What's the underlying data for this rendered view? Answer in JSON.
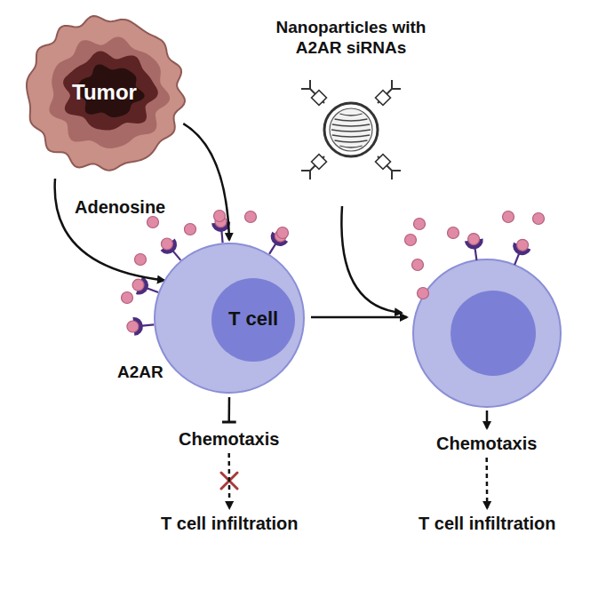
{
  "diagram": {
    "nodes": [
      {
        "text": [
          "Tumor"
        ]
      },
      {
        "text": [
          "T cell"
        ]
      },
      {
        "text": [
          "Nanoparticles with A2AR siRNAs"
        ]
      },
      {
        "text": [
          "Chemotaxis"
        ]
      },
      {
        "text": [
          "T cell infiltration"
        ]
      },
      {
        "text": [
          "Chemotaxis"
        ]
      },
      {
        "text": [
          "T cell infiltration"
        ]
      }
    ],
    "edges": [
      {
        "from": 0,
        "to": 1,
        "arrow": "to"
      },
      {
        "from": 0,
        "to": 1,
        "arrow": "to"
      },
      {
        "from": 1,
        "to": 3,
        "arrow": "to"
      },
      {
        "from": 3,
        "to": 4,
        "arrow": "to"
      },
      {
        "from": 5,
        "to": 6,
        "arrow": "to"
      }
    ],
    "labels": [
      "Adenosine",
      "A2AR"
    ]
  }
}
